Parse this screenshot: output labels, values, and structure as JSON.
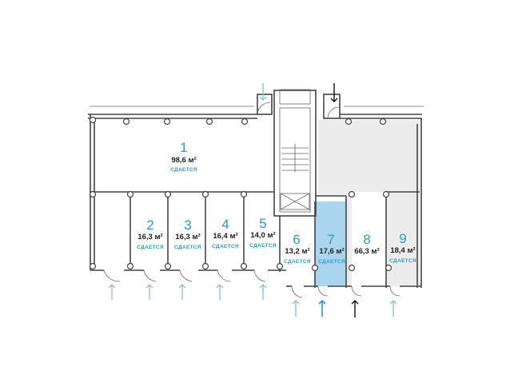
{
  "plan": {
    "area_unit": "м²",
    "colors": {
      "highlight": "#a9d6ee",
      "occupied": "#ececec",
      "accent": "#2e9bc9",
      "entrance_arrow": "#8cc3e2"
    },
    "rooms": [
      {
        "number": "1",
        "area": "98,6 м²",
        "status": "СДАЕТСЯ"
      },
      {
        "number": "2",
        "area": "16,3 м²",
        "status": "СДАЕТСЯ"
      },
      {
        "number": "3",
        "area": "16,3 м²",
        "status": "СДАЕТСЯ"
      },
      {
        "number": "4",
        "area": "16,4 м²",
        "status": "СДАЕТСЯ"
      },
      {
        "number": "5",
        "area": "14,0 м²",
        "status": "СДАЕТСЯ"
      },
      {
        "number": "6",
        "area": "13,2 м²",
        "status": "СДАЕТСЯ"
      },
      {
        "number": "7",
        "area": "17,6 м²",
        "status": "СДАЕТСЯ"
      },
      {
        "number": "8",
        "area": "66,3 м²"
      },
      {
        "number": "9",
        "area": "18,4 м²",
        "status": "СДАЕТСЯ"
      }
    ]
  }
}
